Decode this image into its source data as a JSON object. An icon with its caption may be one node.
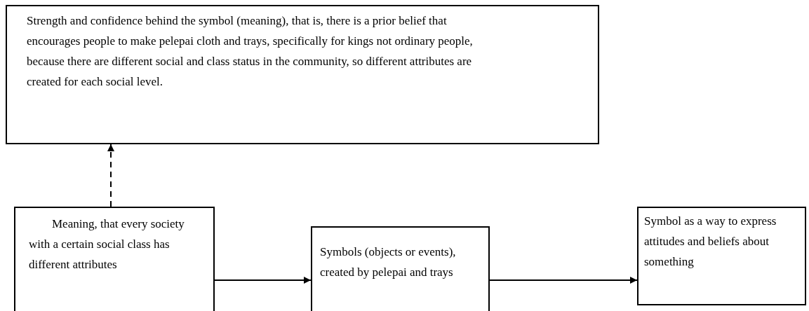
{
  "diagram": {
    "nodes": [
      {
        "text": [
          "Strength and confidence behind the symbol (meaning), that is, there is a prior belief that encourages people to make pelepai cloth and trays, specifically for kings not ordinary people, because there are different social and class status in the community, so different attributes are created for each social level."
        ]
      },
      {
        "text": [
          "Meaning, that every society with a certain social class has different attributes"
        ]
      },
      {
        "text": [
          "Symbols (objects or events), created by pelepai and trays"
        ]
      },
      {
        "text": [
          "Symbol as a way to express attitudes and beliefs about something"
        ]
      }
    ],
    "edges": [
      {
        "from": 1,
        "to": 0,
        "arrow": "to",
        "style": "dashed"
      },
      {
        "from": 1,
        "to": 2,
        "arrow": "to"
      },
      {
        "from": 2,
        "to": 3,
        "arrow": "to"
      }
    ]
  }
}
